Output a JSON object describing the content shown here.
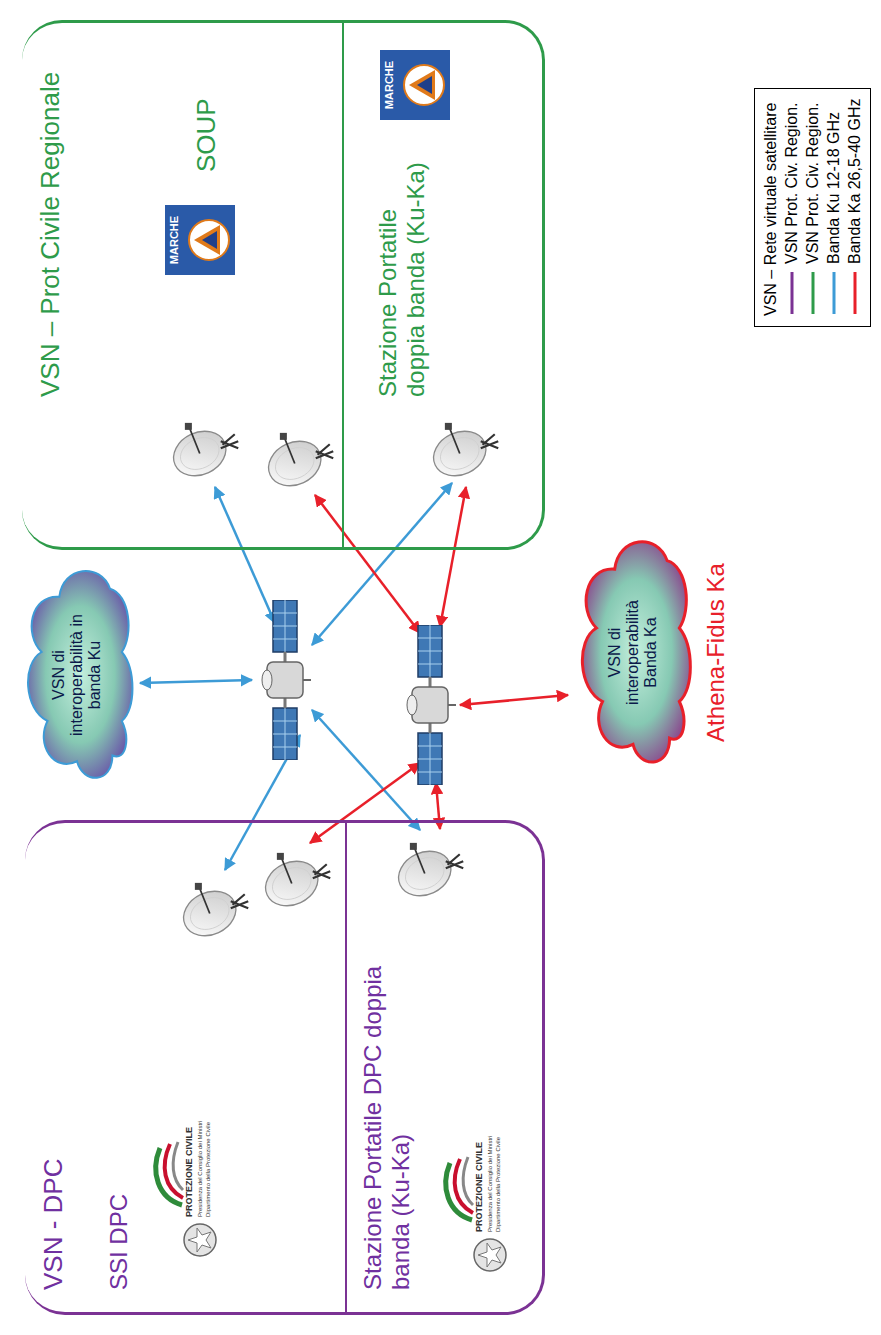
{
  "diagram": {
    "nodes": [
      {
        "text": [
          "VSN - DPC"
        ]
      },
      {
        "text": [
          "SSI DPC"
        ],
        "in": 0
      },
      {
        "text": [
          "Stazione Portatile DPC doppia banda (Ku-Ka)"
        ],
        "in": 0
      },
      {
        "text": [
          "VSN di interoperabilità in banda Ku"
        ]
      },
      {
        "text": [
          "VSN di interoperabilità Banda Ka",
          "Athena-Fidus Ka"
        ]
      },
      {
        "text": [
          "VSN – Prot Civile Regionale"
        ]
      },
      {
        "text": [
          "SOUP"
        ],
        "in": 5
      },
      {
        "text": [
          "Stazione Portatile doppia banda (Ku-Ka)"
        ],
        "in": 5
      }
    ],
    "labels": [
      "PROTEZIONE CIVILE",
      "Presidenza del Consiglio dei Ministri",
      "Dipartimento della Protezione Civile",
      "PROTEZIONE CIVILE",
      "Presidenza del Consiglio dei Ministri",
      "Dipartimento della Protezione Civile",
      "MARCHE",
      "MARCHE"
    ],
    "legend": [
      {
        "text": "VSN – Rete virtuale satellitare"
      },
      {
        "text": "VSN Prot. Civ. Region."
      },
      {
        "text": "VSN Prot. Civ. Region."
      },
      {
        "text": "Banda Ku 12-18 GHz"
      },
      {
        "text": "Banda Ka 26,5-40 GHz"
      }
    ]
  }
}
